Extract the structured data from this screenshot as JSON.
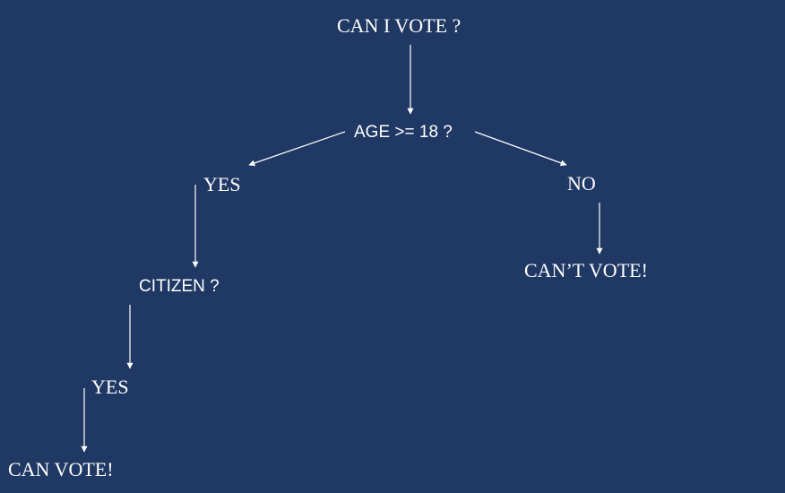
{
  "diagram": {
    "nodes": {
      "root": "CAN I VOTE ?",
      "age_question": "AGE >= 18 ?",
      "yes_age": "YES",
      "no_age": "NO",
      "cant_vote": "CAN’T VOTE!",
      "citizen_question": "CITIZEN ?",
      "yes_citizen": "YES",
      "can_vote": "CAN VOTE!"
    },
    "colors": {
      "background": "#1f3864",
      "text": "#ffffff",
      "arrow": "#ffffff"
    }
  }
}
